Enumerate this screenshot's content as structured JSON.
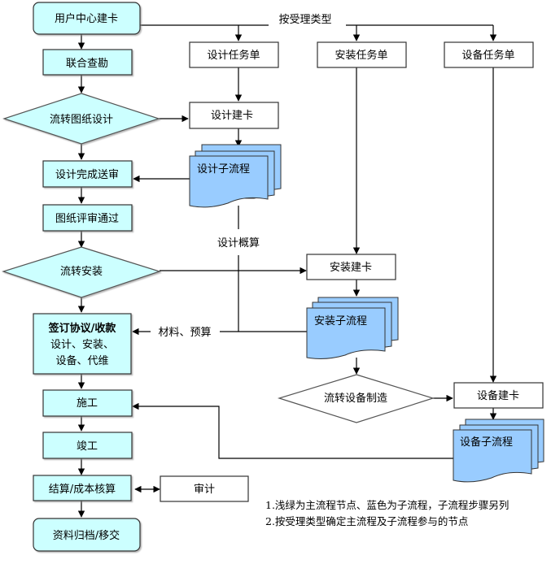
{
  "colors": {
    "main_fill": "#ccffff",
    "sub_fill": "#99ccff",
    "plain_fill": "#ffffff",
    "stroke": "#000000"
  },
  "main_flow": {
    "user_center_card": "用户中心建卡",
    "joint_survey": "联合查勘",
    "drawing_design_decision": "流转图纸设计",
    "design_submit": "设计完成送审",
    "drawing_approved": "图纸评审通过",
    "install_decision": "流转安装",
    "sign_agreement": {
      "title": "签订协议/收款",
      "line2": "设计、安装、",
      "line3": "设备、代维"
    },
    "construction": "施工",
    "completion": "竣工",
    "settlement": "结算/成本核算",
    "audit": "审计",
    "archive": "资料归档/移交"
  },
  "branch_label": "按受理类型",
  "design_branch": {
    "task_order": "设计任务单",
    "card": "设计建卡",
    "subprocess": "设计子流程",
    "estimate_label": "设计概算"
  },
  "install_branch": {
    "task_order": "安装任务单",
    "card": "安装建卡",
    "subprocess": "安装子流程",
    "materials_label": "材料、预算",
    "equipment_decision": "流转设备制造"
  },
  "equipment_branch": {
    "task_order": "设备任务单",
    "card": "设备建卡",
    "subprocess": "设备子流程"
  },
  "notes": [
    "1.浅绿为主流程节点、蓝色为子流程，子流程步骤另列",
    "2.按受理类型确定主流程及子流程参与的节点"
  ]
}
